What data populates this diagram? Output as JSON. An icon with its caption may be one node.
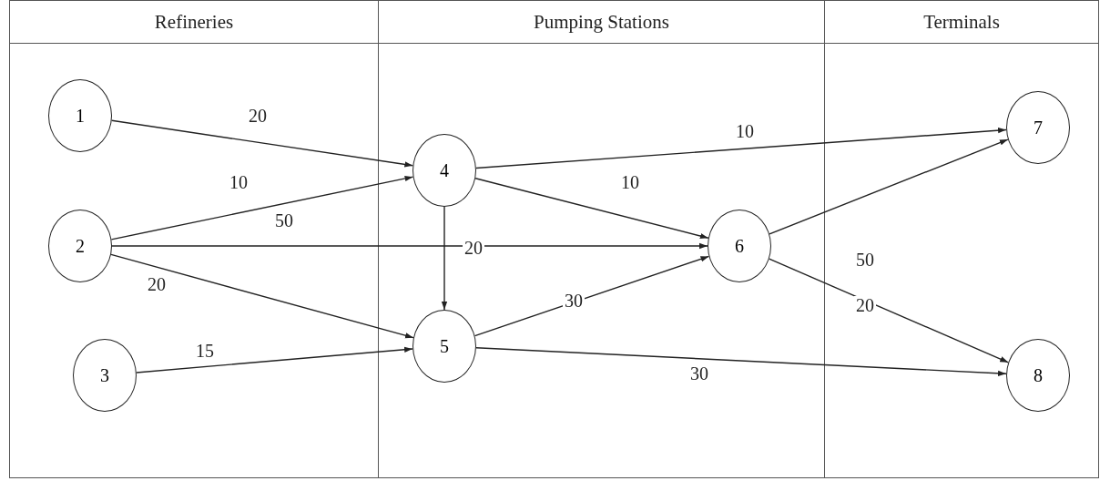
{
  "diagram": {
    "nodes": [
      {
        "text": [
          "Refineries"
        ]
      },
      {
        "text": [
          "Pumping Stations"
        ]
      },
      {
        "text": [
          "Terminals"
        ]
      },
      {
        "text": [
          "1"
        ],
        "in": 0
      },
      {
        "text": [
          "2"
        ],
        "in": 0
      },
      {
        "text": [
          "3"
        ],
        "in": 0
      },
      {
        "text": [
          "4"
        ],
        "in": 1
      },
      {
        "text": [
          "5"
        ],
        "in": 1
      },
      {
        "text": [
          "6"
        ],
        "in": 1
      },
      {
        "text": [
          "7"
        ],
        "in": 2
      },
      {
        "text": [
          "8"
        ],
        "in": 2
      }
    ],
    "edges": [
      {
        "from": 3,
        "to": 6,
        "arrow": "to",
        "label": "20"
      },
      {
        "from": 4,
        "to": 6,
        "arrow": "to",
        "label": "10"
      },
      {
        "from": 4,
        "to": 8,
        "arrow": "to",
        "label": "50"
      },
      {
        "from": 4,
        "to": 7,
        "arrow": "to",
        "label": "20"
      },
      {
        "from": 5,
        "to": 7,
        "arrow": "to",
        "label": "15"
      },
      {
        "from": 6,
        "to": 9,
        "arrow": "to",
        "label": "10"
      },
      {
        "from": 6,
        "to": 8,
        "arrow": "to",
        "label": "10"
      },
      {
        "from": 6,
        "to": 7,
        "arrow": "to",
        "label": "20"
      },
      {
        "from": 7,
        "to": 8,
        "arrow": "to",
        "label": "30"
      },
      {
        "from": 7,
        "to": 10,
        "arrow": "to",
        "label": "30"
      },
      {
        "from": 8,
        "to": 9,
        "arrow": "to",
        "label": "50"
      },
      {
        "from": 8,
        "to": 10,
        "arrow": "to",
        "label": "20"
      }
    ]
  }
}
